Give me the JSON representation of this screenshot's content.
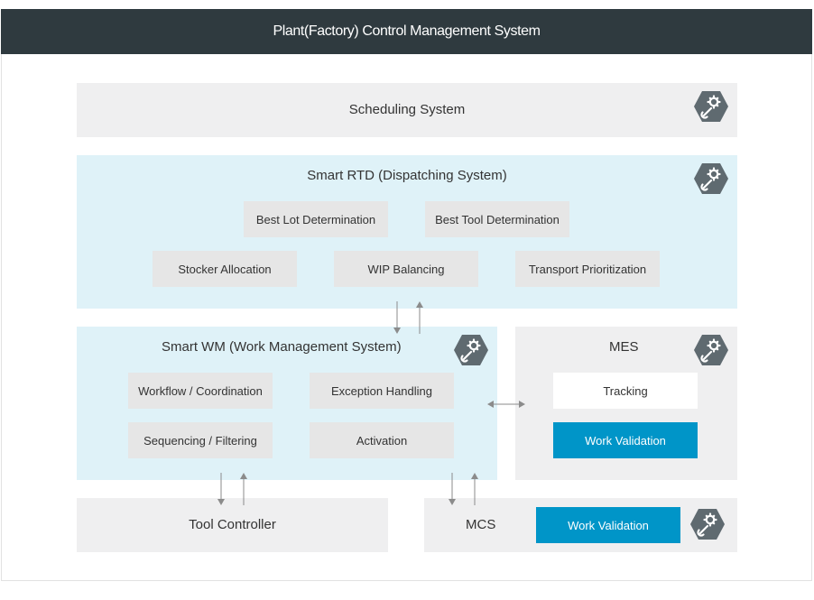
{
  "header": {
    "title": "Plant(Factory) Control Management System"
  },
  "scheduling": {
    "title": "Scheduling System"
  },
  "rtd": {
    "title": "Smart RTD (Dispatching System)",
    "modules": [
      "Best Lot Determination",
      "Best Tool Determination",
      "Stocker Allocation",
      "WIP Balancing",
      "Transport Prioritization"
    ]
  },
  "wm": {
    "title": "Smart WM (Work Management System)",
    "modules": [
      "Workflow / Coordination",
      "Exception Handling",
      "Sequencing / Filtering",
      "Activation"
    ]
  },
  "mes": {
    "title": "MES",
    "modules": [
      "Tracking",
      "Work Validation"
    ]
  },
  "tool_controller": {
    "title": "Tool Controller"
  },
  "mcs": {
    "title": "MCS",
    "module": "Work Validation"
  },
  "colors": {
    "header_bg": "#2f3a3f",
    "panel_grey": "#efeff0",
    "panel_blue": "#dff2f8",
    "module_grey": "#e6e6e6",
    "accent": "#0095c8",
    "icon_hex": "#5f6a70"
  },
  "icons": {
    "system_icon": "wrench-gear-icon"
  }
}
